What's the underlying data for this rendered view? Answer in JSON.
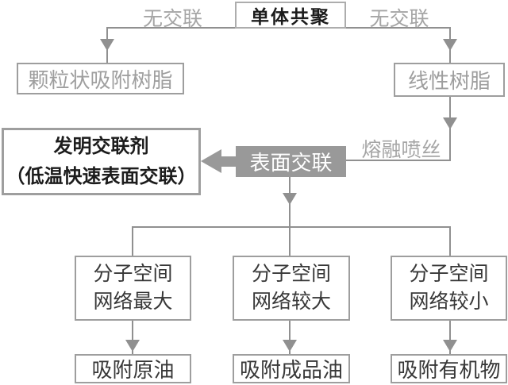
{
  "colors": {
    "line": "#909090",
    "box_border": "#9e9e9e",
    "gray_label_text": "#a5a5a5",
    "surface_box_fill": "#999999",
    "dark_text": "#383838",
    "bold_black_text": "#1c1c1c"
  },
  "nodes": {
    "monomer": "单体共聚",
    "granular_resin": "颗粒状吸附树脂",
    "linear_resin": "线性树脂",
    "surface_crosslink": "表面交联",
    "invented_line1": "发明交联剂",
    "invented_line2": "（低温快速表面交联）",
    "network_max_line1": "分子空间",
    "network_max_line2": "网络最大",
    "network_larger_line1": "分子空间",
    "network_larger_line2": "网络较大",
    "network_smaller_line1": "分子空间",
    "network_smaller_line2": "网络较小",
    "adsorb_crude": "吸附原油",
    "adsorb_product": "吸附成品油",
    "adsorb_organic": "吸附有机物"
  },
  "edge_labels": {
    "no_crosslink_left": "无交联",
    "no_crosslink_right": "无交联",
    "melt_spinning": "熔融喷丝"
  }
}
